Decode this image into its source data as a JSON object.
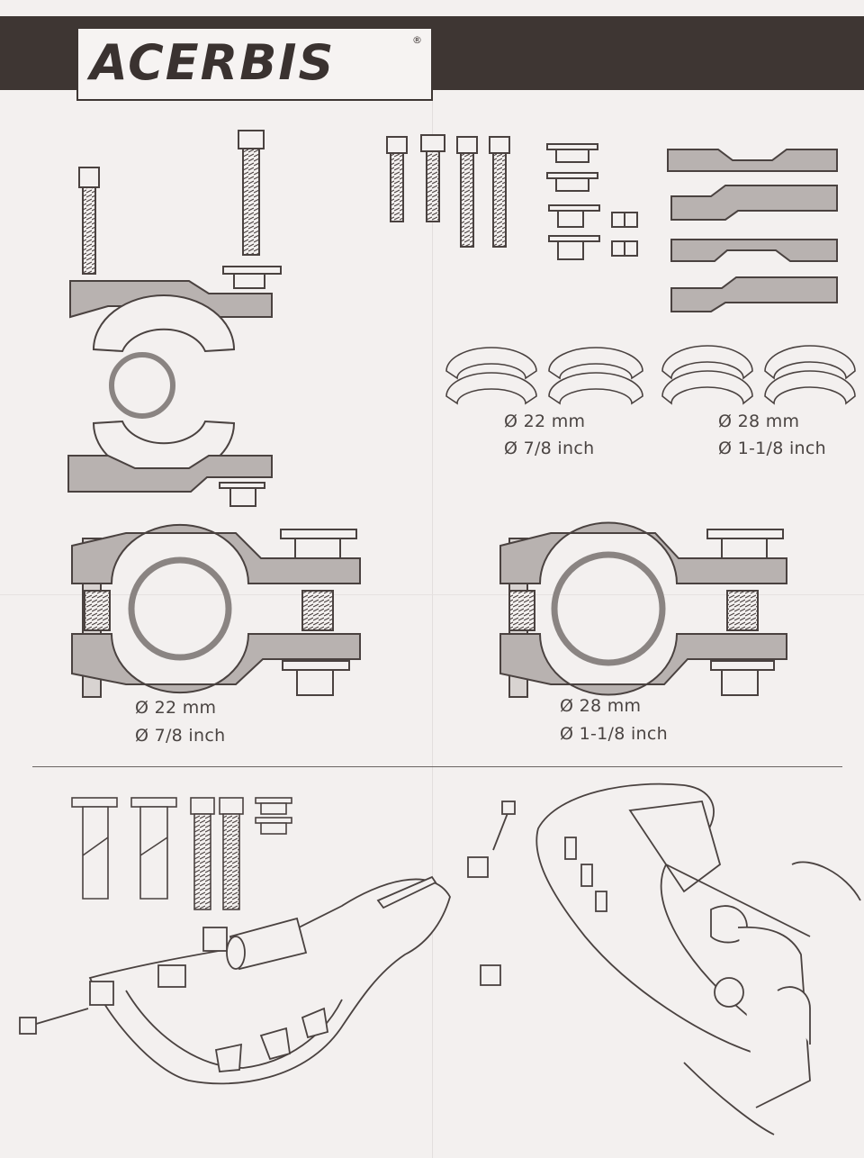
{
  "brand": {
    "name": "ACERBIS",
    "trademark": "®"
  },
  "sizes": {
    "small": {
      "metric": "Ø 22 mm",
      "imperial": "Ø 7/8 inch"
    },
    "large": {
      "metric": "Ø 28 mm",
      "imperial": "Ø 1-1/8 inch"
    }
  },
  "colors": {
    "part_fill": "#b8b2b0",
    "line": "#4a4240",
    "header": "#3e3633"
  },
  "icons": [
    "bolt-icon",
    "washer-icon",
    "nut-icon",
    "clamp-bracket-icon",
    "shim-ring-icon",
    "handguard-icon",
    "handlebar-icon"
  ]
}
